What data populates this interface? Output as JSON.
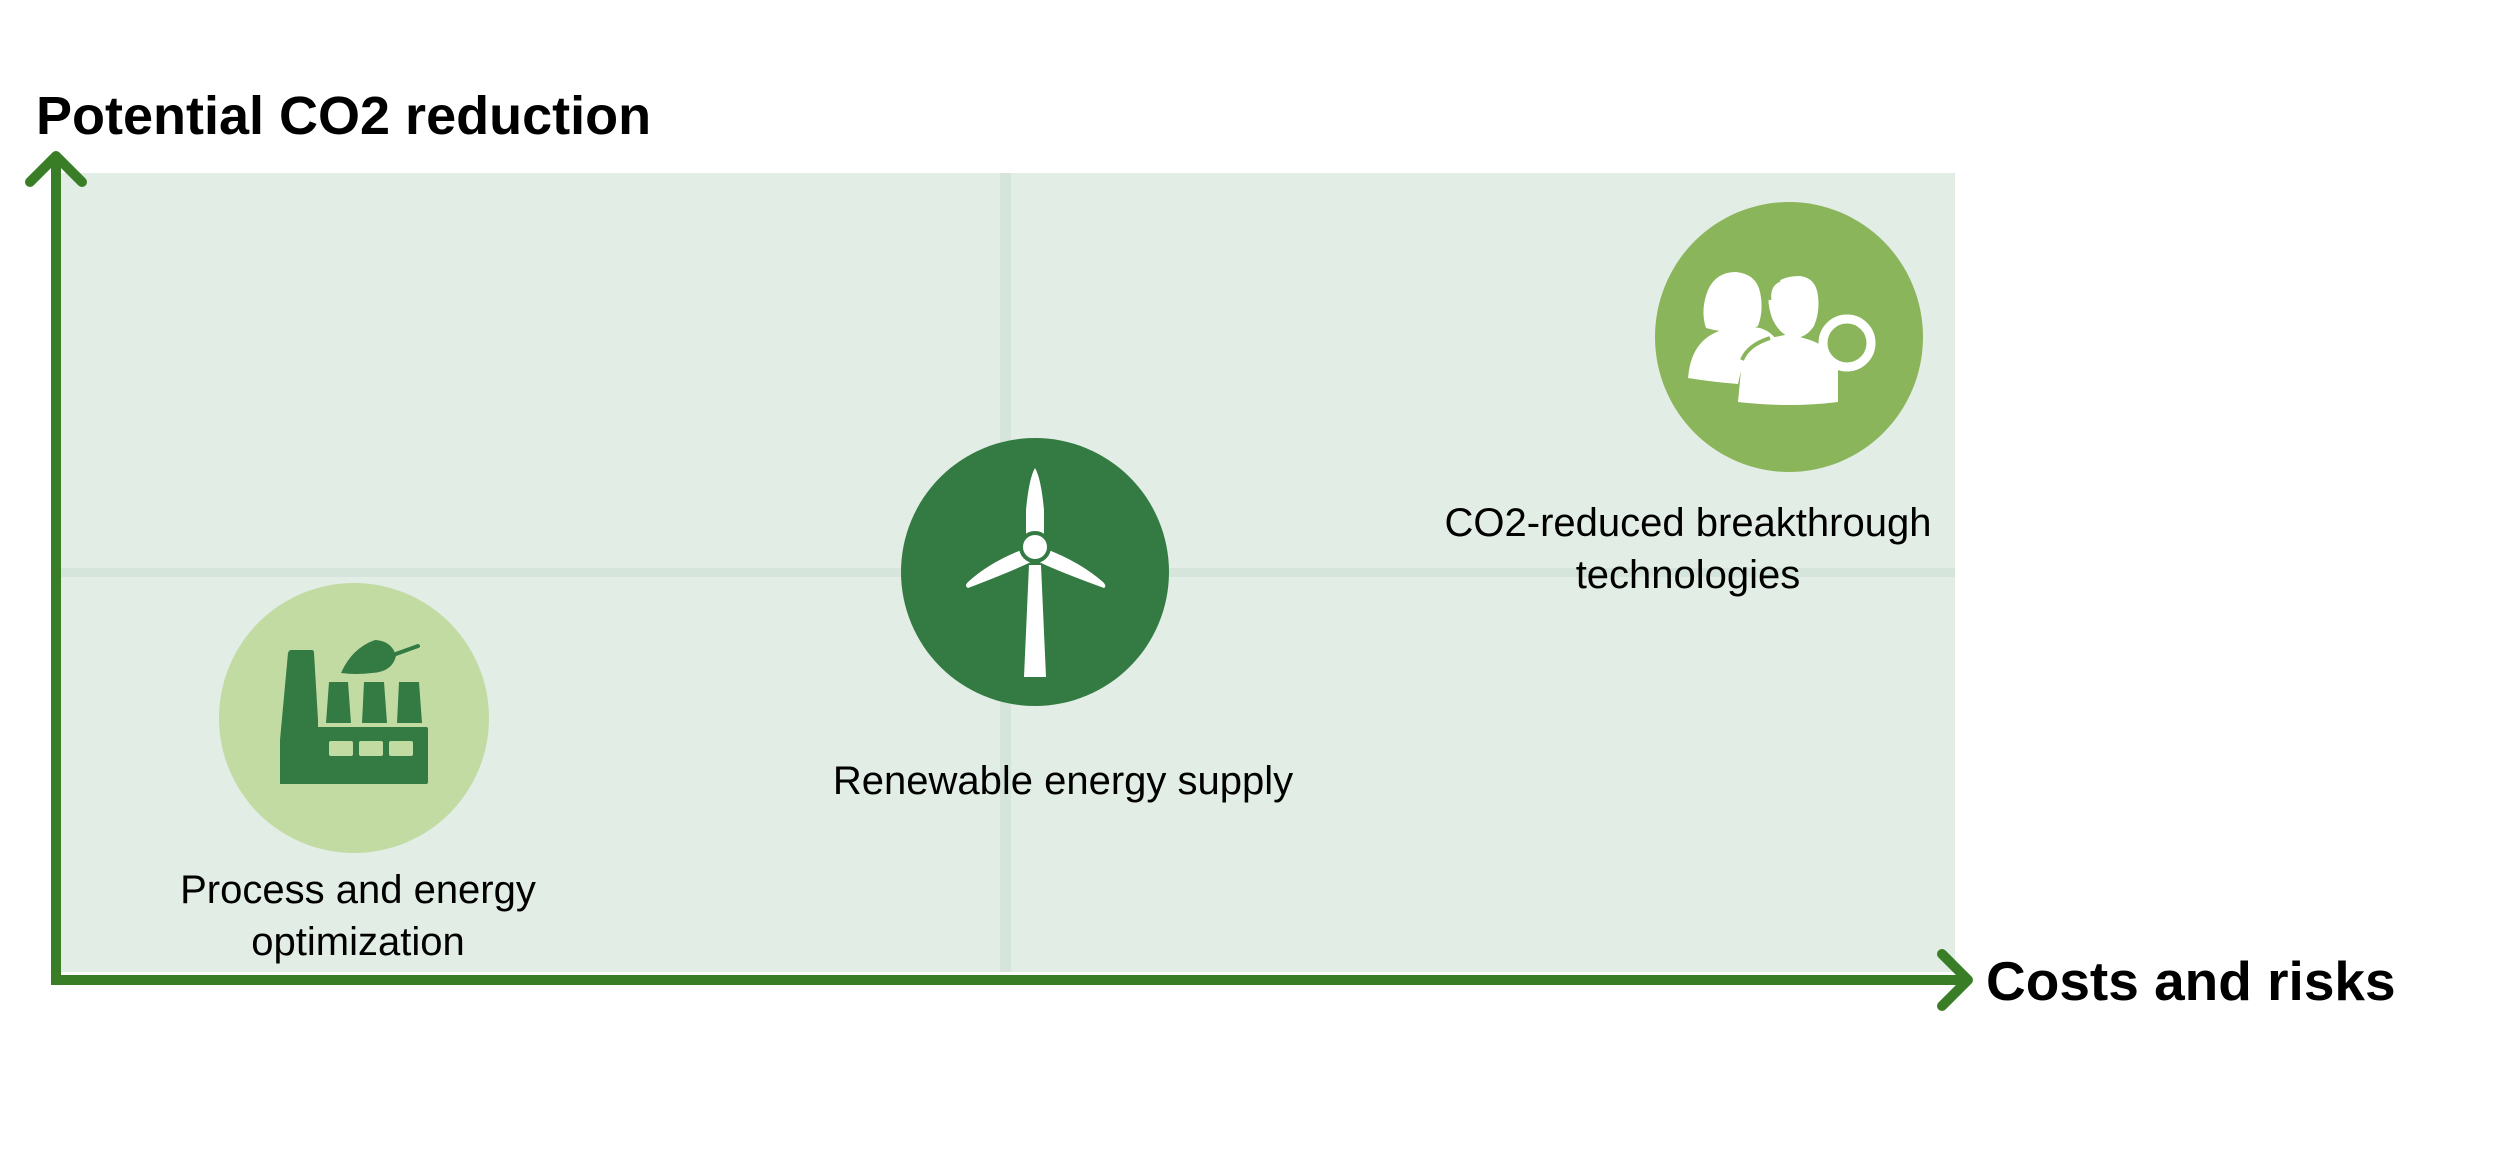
{
  "axes": {
    "y_title": "Potential CO2 reduction",
    "x_title": "Costs and risks",
    "axis_color": "#3a7d27"
  },
  "colors": {
    "plot_background": "#e2ede5",
    "grid": "#d5e5db",
    "light_green": "#c2dba3",
    "dark_green": "#337a43",
    "medium_green": "#8ab55b"
  },
  "items": [
    {
      "label_line1": "Process and energy",
      "label_line2": "optimization",
      "icon": "factory-leaf-icon",
      "bubble_color": "#c2dba3",
      "icon_color": "#337a43",
      "quadrant": "low cost / low reduction"
    },
    {
      "label_line1": "Renewable energy supply",
      "label_line2": "",
      "icon": "wind-turbine-icon",
      "bubble_color": "#337a43",
      "icon_color": "#ffffff",
      "quadrant": "center"
    },
    {
      "label_line1": "CO2-reduced breakthrough",
      "label_line2": "technologies",
      "icon": "people-magnifier-icon",
      "bubble_color": "#8ab55b",
      "icon_color": "#ffffff",
      "quadrant": "high cost / high reduction"
    }
  ]
}
